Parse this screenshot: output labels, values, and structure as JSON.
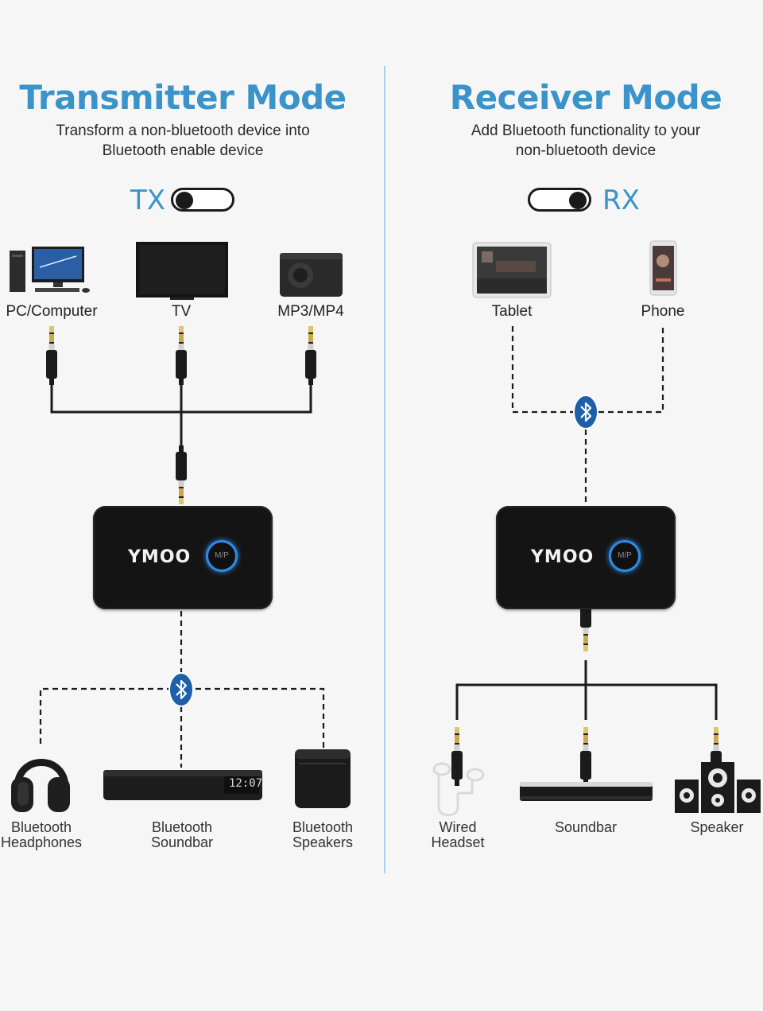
{
  "transmitter": {
    "title": "Transmitter Mode",
    "subtitle_line1": "Transform a non-bluetooth device into",
    "subtitle_line2": "Bluetooth enable device",
    "mode_code": "TX",
    "sources": [
      "PC/Computer",
      "TV",
      "MP3/MP4"
    ],
    "outputs": [
      {
        "line1": "Bluetooth",
        "line2": "Headphones"
      },
      {
        "line1": "Bluetooth",
        "line2": "Soundbar"
      },
      {
        "line1": "Bluetooth",
        "line2": "Speakers"
      }
    ]
  },
  "receiver": {
    "title": "Receiver Mode",
    "subtitle_line1": "Add Bluetooth functionality to your",
    "subtitle_line2": "non-bluetooth device",
    "mode_code": "RX",
    "sources": [
      "Tablet",
      "Phone"
    ],
    "outputs": [
      {
        "line1": "Wired",
        "line2": "Headset"
      },
      {
        "line1": "Soundbar",
        "line2": ""
      },
      {
        "line1": "Speaker",
        "line2": ""
      }
    ]
  },
  "device": {
    "brand": "YMOO",
    "button_text": "M/P",
    "soundbar_clock": "12:07"
  },
  "colors": {
    "accent": "#3a93c9",
    "bluetooth_badge": "#1d5fa8",
    "device_body": "#141414",
    "device_ring": "#2f8be6",
    "jack_gold": "#c9a94a"
  },
  "icons": [
    "bluetooth-icon",
    "pc-icon",
    "tv-icon",
    "mp3-icon",
    "tablet-icon",
    "phone-icon",
    "headphones-icon",
    "soundbar-icon",
    "speaker-icon",
    "earphones-icon",
    "speaker-system-icon"
  ]
}
